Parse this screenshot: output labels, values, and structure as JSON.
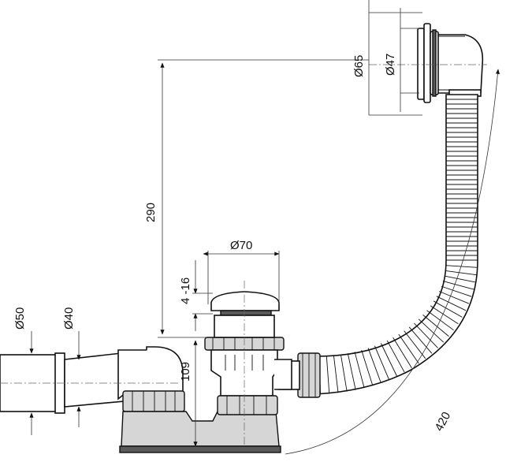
{
  "dimensions": {
    "d65": "Ø65",
    "d47": "Ø47",
    "h290": "290",
    "d70": "Ø70",
    "r4_16": "4 -16",
    "d50": "Ø50",
    "d40": "Ø40",
    "h109": "109",
    "l420": "420"
  }
}
